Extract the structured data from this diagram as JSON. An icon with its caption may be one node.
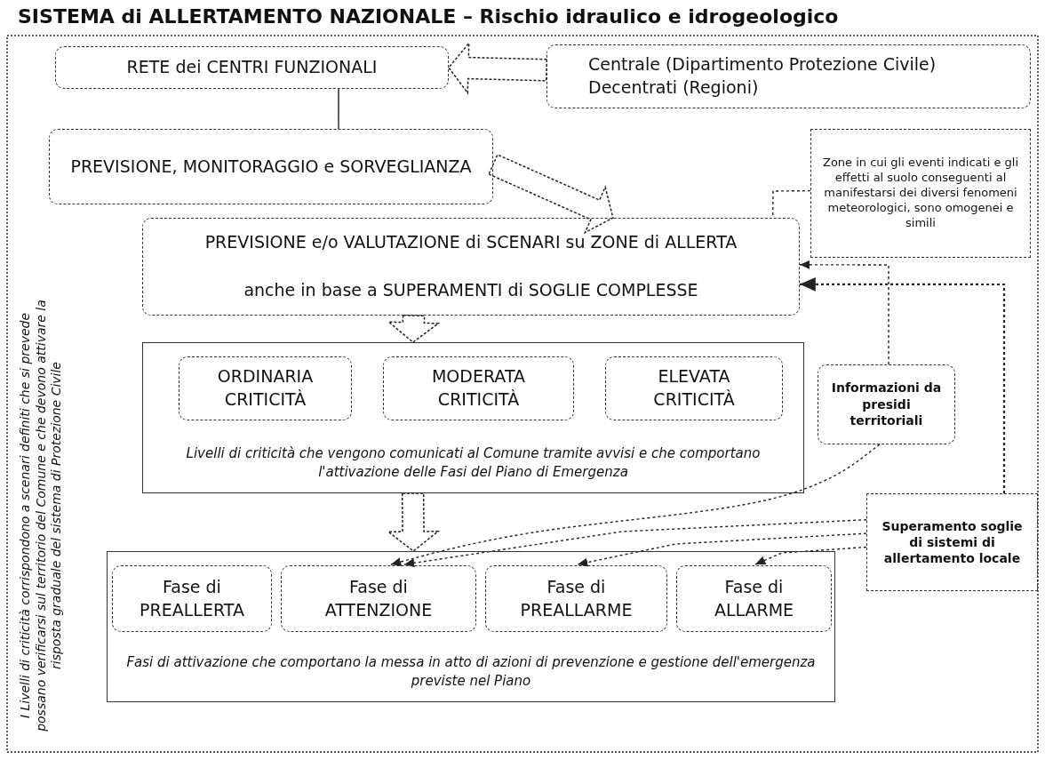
{
  "diagram": {
    "title": "SISTEMA di ALLERTAMENTO NAZIONALE – Rischio idraulico e idrogeologico",
    "nodes": [
      {
        "text": [
          "RETE dei CENTRI FUNZIONALI"
        ]
      },
      {
        "text": [
          "Centrale (Dipartimento Protezione Civile)",
          "Decentrati (Regioni)"
        ]
      },
      {
        "text": [
          "PREVISIONE, MONITORAGGIO e SORVEGLIANZA"
        ]
      },
      {
        "text": [
          "PREVISIONE e/o VALUTAZIONE di SCENARI su ZONE di ALLERTA",
          "anche in base a SUPERAMENTI di SOGLIE COMPLESSE"
        ]
      },
      {
        "text": [
          "Zone in cui gli eventi indicati e gli effetti al suolo conseguenti al manifestarsi dei diversi fenomeni meteorologici, sono omogenei e simili"
        ]
      },
      {
        "text": [
          "Livelli di criticità che vengono comunicati al Comune tramite avvisi e che comportano l'attivazione delle Fasi del Piano di Emergenza"
        ]
      },
      {
        "text": [
          "ORDINARIA CRITICITÀ"
        ],
        "in": 5
      },
      {
        "text": [
          "MODERATA CRITICITÀ"
        ],
        "in": 5
      },
      {
        "text": [
          "ELEVATA CRITICITÀ"
        ],
        "in": 5
      },
      {
        "text": [
          "Informazioni da presidi territoriali"
        ]
      },
      {
        "text": [
          "Superamento soglie di sistemi di allertamento locale"
        ]
      },
      {
        "text": [
          "Fasi di attivazione che comportano la messa in atto di azioni di prevenzione e gestione dell'emergenza previste nel Piano"
        ]
      },
      {
        "text": [
          "Fase di PREALLERTA"
        ],
        "in": 11
      },
      {
        "text": [
          "Fase di ATTENZIONE"
        ],
        "in": 11
      },
      {
        "text": [
          "Fase di PREALLARME"
        ],
        "in": 11
      },
      {
        "text": [
          "Fase di ALLARME"
        ],
        "in": 11
      }
    ],
    "edges": [
      {
        "from": 1,
        "to": 0,
        "arrow": "to",
        "style": "thick"
      },
      {
        "from": 0,
        "to": 2,
        "arrow": "none"
      },
      {
        "from": 2,
        "to": 3,
        "arrow": "to",
        "style": "thick"
      },
      {
        "from": 4,
        "to": 3,
        "arrow": "none",
        "style": "dashed"
      },
      {
        "from": 9,
        "to": 3,
        "arrow": "to",
        "style": "dashed"
      },
      {
        "from": 10,
        "to": 3,
        "arrow": "to",
        "style": "dashed"
      },
      {
        "from": 3,
        "to": 5,
        "arrow": "to",
        "style": "thick"
      },
      {
        "from": 5,
        "to": 11,
        "arrow": "to",
        "style": "thick"
      },
      {
        "from": 9,
        "to": 13,
        "arrow": "to",
        "style": "dashed"
      },
      {
        "from": 10,
        "to": 13,
        "arrow": "to",
        "style": "dashed"
      },
      {
        "from": 10,
        "to": 14,
        "arrow": "to",
        "style": "dashed"
      },
      {
        "from": 10,
        "to": 15,
        "arrow": "to",
        "style": "dashed"
      }
    ],
    "labels": [
      "I Livelli di criticità corrispondono a scenari definiti che si prevede possano verificarsi sul territorio del Comune e che devono attivare la risposta graduale del sistema di Protezione Civile"
    ]
  }
}
